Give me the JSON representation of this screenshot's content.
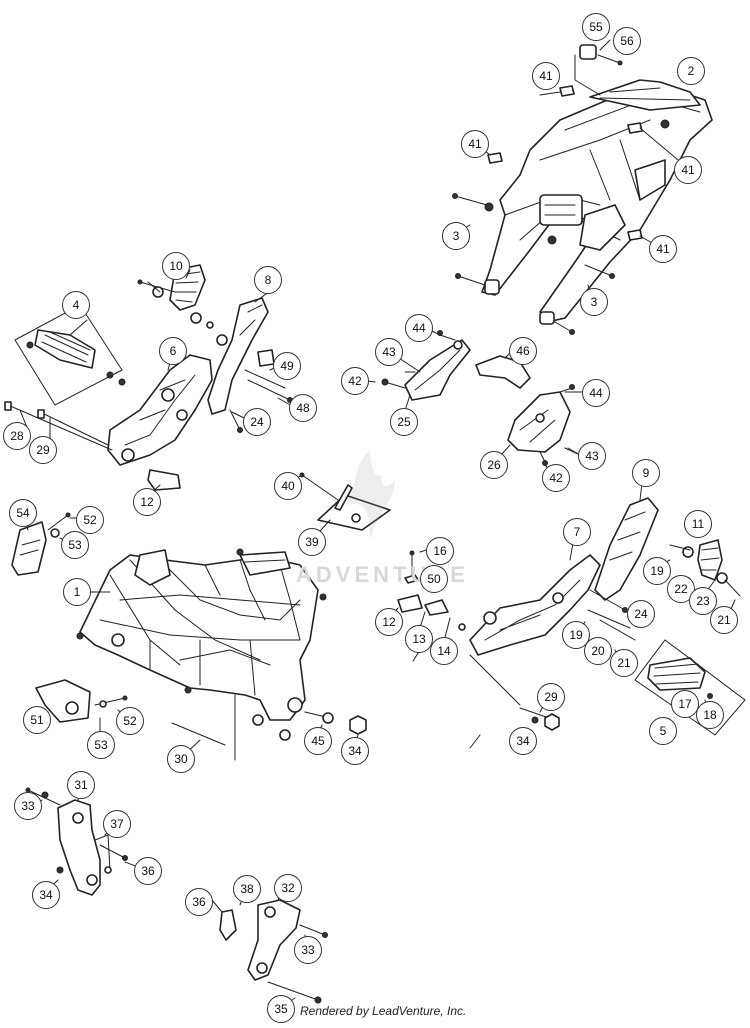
{
  "diagram": {
    "credit": "Rendered by LeadVenture, Inc.",
    "watermark": "ADVENTURE",
    "callouts": [
      {
        "id": "c55",
        "label": "55"
      },
      {
        "id": "c56",
        "label": "56"
      },
      {
        "id": "c41a",
        "label": "41"
      },
      {
        "id": "c2",
        "label": "2"
      },
      {
        "id": "c41b",
        "label": "41"
      },
      {
        "id": "c41c",
        "label": "41"
      },
      {
        "id": "c3a",
        "label": "3"
      },
      {
        "id": "c41d",
        "label": "41"
      },
      {
        "id": "c3b",
        "label": "3"
      },
      {
        "id": "c10",
        "label": "10"
      },
      {
        "id": "c8",
        "label": "8"
      },
      {
        "id": "c4",
        "label": "4"
      },
      {
        "id": "c6",
        "label": "6"
      },
      {
        "id": "c49",
        "label": "49"
      },
      {
        "id": "c48",
        "label": "48"
      },
      {
        "id": "c24a",
        "label": "24"
      },
      {
        "id": "c28",
        "label": "28"
      },
      {
        "id": "c29a",
        "label": "29"
      },
      {
        "id": "c12a",
        "label": "12"
      },
      {
        "id": "c44a",
        "label": "44"
      },
      {
        "id": "c43a",
        "label": "43"
      },
      {
        "id": "c46",
        "label": "46"
      },
      {
        "id": "c42a",
        "label": "42"
      },
      {
        "id": "c25",
        "label": "25"
      },
      {
        "id": "c44b",
        "label": "44"
      },
      {
        "id": "c26",
        "label": "26"
      },
      {
        "id": "c43b",
        "label": "43"
      },
      {
        "id": "c42b",
        "label": "42"
      },
      {
        "id": "c40",
        "label": "40"
      },
      {
        "id": "c39",
        "label": "39"
      },
      {
        "id": "c9",
        "label": "9"
      },
      {
        "id": "c54",
        "label": "54"
      },
      {
        "id": "c52a",
        "label": "52"
      },
      {
        "id": "c53a",
        "label": "53"
      },
      {
        "id": "c7",
        "label": "7"
      },
      {
        "id": "c11",
        "label": "11"
      },
      {
        "id": "c16",
        "label": "16"
      },
      {
        "id": "c50",
        "label": "50"
      },
      {
        "id": "c1",
        "label": "1"
      },
      {
        "id": "c19a",
        "label": "19"
      },
      {
        "id": "c22",
        "label": "22"
      },
      {
        "id": "c24b",
        "label": "24"
      },
      {
        "id": "c23",
        "label": "23"
      },
      {
        "id": "c21a",
        "label": "21"
      },
      {
        "id": "c12b",
        "label": "12"
      },
      {
        "id": "c13",
        "label": "13"
      },
      {
        "id": "c14",
        "label": "14"
      },
      {
        "id": "c19b",
        "label": "19"
      },
      {
        "id": "c20",
        "label": "20"
      },
      {
        "id": "c21b",
        "label": "21"
      },
      {
        "id": "c29b",
        "label": "29"
      },
      {
        "id": "c17",
        "label": "17"
      },
      {
        "id": "c18",
        "label": "18"
      },
      {
        "id": "c5",
        "label": "5"
      },
      {
        "id": "c51",
        "label": "51"
      },
      {
        "id": "c52b",
        "label": "52"
      },
      {
        "id": "c53b",
        "label": "53"
      },
      {
        "id": "c34a",
        "label": "34"
      },
      {
        "id": "c30",
        "label": "30"
      },
      {
        "id": "c45",
        "label": "45"
      },
      {
        "id": "c34b",
        "label": "34"
      },
      {
        "id": "c31",
        "label": "31"
      },
      {
        "id": "c33a",
        "label": "33"
      },
      {
        "id": "c37",
        "label": "37"
      },
      {
        "id": "c36a",
        "label": "36"
      },
      {
        "id": "c34c",
        "label": "34"
      },
      {
        "id": "c36b",
        "label": "36"
      },
      {
        "id": "c38",
        "label": "38"
      },
      {
        "id": "c32",
        "label": "32"
      },
      {
        "id": "c33b",
        "label": "33"
      },
      {
        "id": "c35",
        "label": "35"
      }
    ]
  }
}
